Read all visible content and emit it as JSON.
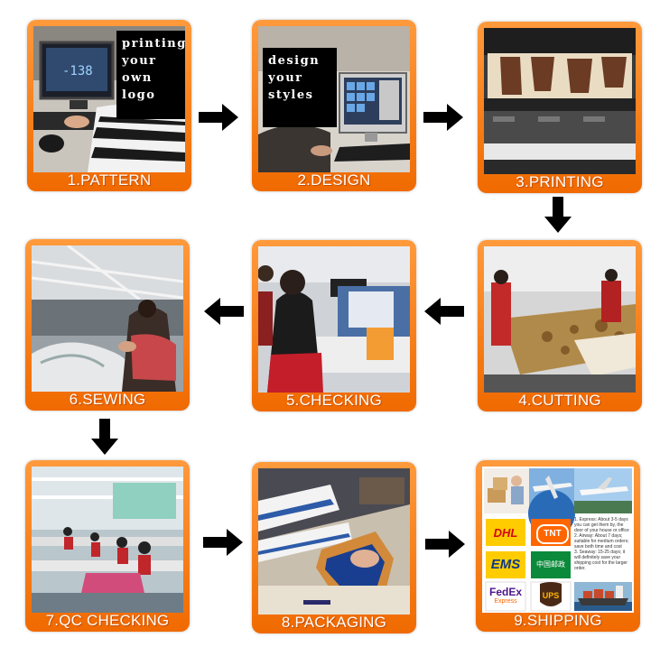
{
  "steps": [
    {
      "label": "1.PATTERN",
      "overlay": [
        "printing",
        "your",
        "own",
        "logo"
      ]
    },
    {
      "label": "2.DESIGN",
      "overlay": [
        "design",
        "your",
        "styles"
      ]
    },
    {
      "label": "3.PRINTING"
    },
    {
      "label": "4.CUTTING"
    },
    {
      "label": "5.CHECKING"
    },
    {
      "label": "6.SEWING"
    },
    {
      "label": "7.QC CHECKING"
    },
    {
      "label": "8.PACKAGING"
    },
    {
      "label": "9.SHIPPING",
      "carriers": [
        "DHL",
        "TNT",
        "EMS",
        "中国邮政",
        "FedEx",
        "UPS"
      ],
      "fedex_sub": "Express",
      "notes": [
        "1. Express: About 3-5 days you can get them by, the door of your house or office",
        "2. Airway: About 7 days; suitable for medium orders; save both time and cost",
        "3. Seaway: 15-25 days; it will definitely save your shipping cost for the larger order."
      ]
    }
  ],
  "colors": {
    "frame": "#f57c17",
    "arrow": "#000000"
  }
}
